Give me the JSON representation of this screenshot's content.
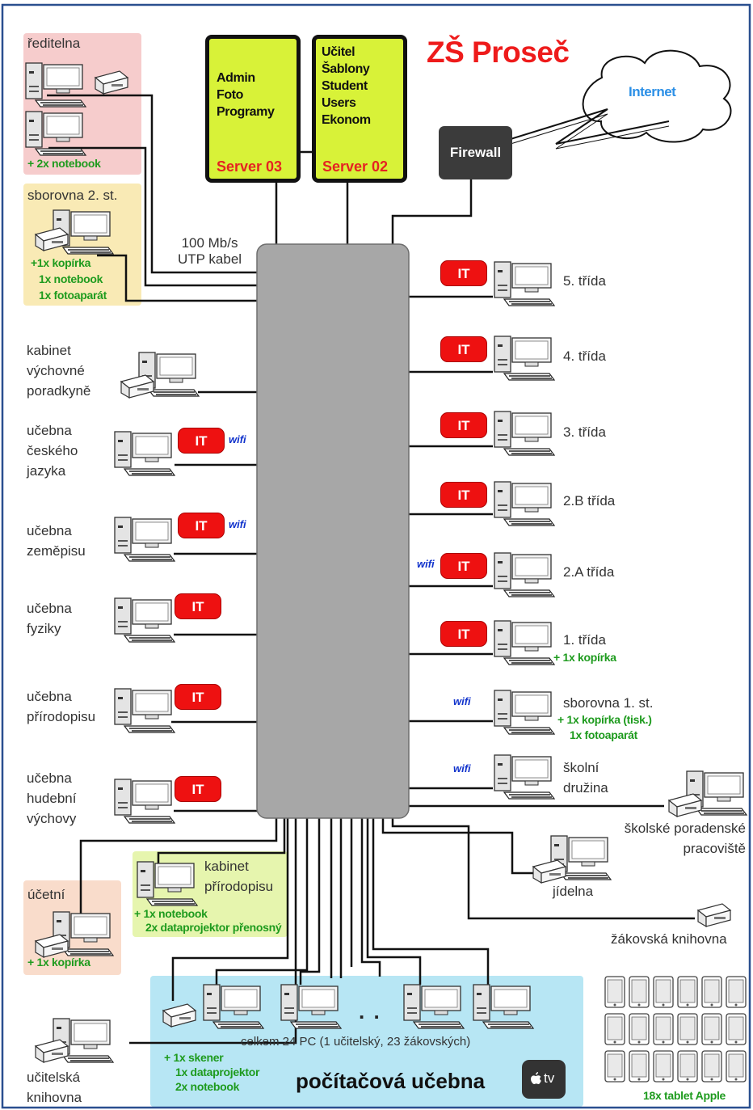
{
  "title": "ZŠ Proseč",
  "cable_label": [
    "100 Mb/s",
    "UTP kabel"
  ],
  "internet": "Internet",
  "firewall": "Firewall",
  "servers": [
    {
      "name": "Server 03",
      "lines": [
        "Admin",
        "Foto",
        "Programy"
      ]
    },
    {
      "name": "Server 02",
      "lines": [
        "Učitel",
        "Šablony",
        "Student",
        "Users",
        "Ekonom"
      ]
    }
  ],
  "badge_it": "IT",
  "badge_wifi": "wifi",
  "zones": {
    "reditelna": {
      "title": "ředitelna",
      "extra": "+ 2x notebook"
    },
    "sborovna2": {
      "title": "sborovna 2. st.",
      "extra": [
        "+1x kopírka",
        "1x notebook",
        "1x fotoaparát"
      ]
    },
    "ucetni": {
      "title": "účetní",
      "extra": "+ 1x kopírka"
    },
    "kabinet_prirodopisu": {
      "title": [
        "kabinet",
        "přírodopisu"
      ],
      "extra": [
        "+ 1x notebook",
        "2x dataprojektor přenosný"
      ]
    }
  },
  "left_rooms": [
    {
      "label": [
        "kabinet",
        "výchovné",
        "poradkyně"
      ]
    },
    {
      "label": [
        "učebna",
        "českého",
        "jazyka"
      ]
    },
    {
      "label": [
        "učebna",
        "zeměpisu"
      ]
    },
    {
      "label": [
        "učebna",
        "fyziky"
      ]
    },
    {
      "label": [
        "učebna",
        "přírodopisu"
      ]
    },
    {
      "label": [
        "učebna",
        "hudební",
        "výchovy"
      ]
    }
  ],
  "right_rooms": [
    {
      "label": "5. třída"
    },
    {
      "label": "4. třída"
    },
    {
      "label": "3. třída"
    },
    {
      "label": "2.B třída"
    },
    {
      "label": "2.A třída"
    },
    {
      "label": "1. třída",
      "extra": "+ 1x kopírka"
    },
    {
      "label": "sborovna 1. st.",
      "extra": [
        "+ 1x kopírka (tisk.)",
        "1x fotoaparát"
      ]
    },
    {
      "label": [
        "školní",
        "družina"
      ]
    }
  ],
  "bottom_right": {
    "poradenske": [
      "školské poradenské",
      "pracoviště"
    ],
    "jidelna": "jídelna",
    "zakovska": "žákovská knihovna"
  },
  "ucitelska_knihovna": [
    "učitelská",
    "knihovna"
  ],
  "lab": {
    "total": "celkem 24 PC (1 učitelský, 23 žákovských)",
    "dots": ". .",
    "extra": [
      "+ 1x skener",
      "1x dataprojektor",
      "2x notebook"
    ],
    "title": "počítačová učebna",
    "tv": "tv"
  },
  "tablets": "18x tablet Apple"
}
